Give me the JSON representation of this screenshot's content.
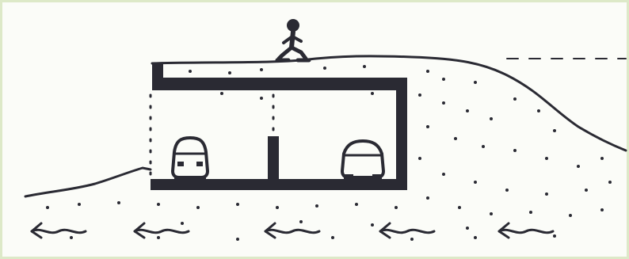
{
  "figure": {
    "description_kind": "hand-drawn cross-section sketch",
    "ink_color": "#2a2a33",
    "frame_color": "#dde9c8",
    "background_color": "#fbfcf8"
  },
  "elements": {
    "walker": {
      "icon": "walking-person-icon"
    },
    "structure": {
      "icon": "underground-garage-box"
    },
    "cars": [
      {
        "icon": "car-front-icon"
      },
      {
        "icon": "car-front-icon"
      }
    ],
    "flow_arrows": {
      "count": 5,
      "direction": "left",
      "icon": "wavy-arrow-left-icon"
    }
  }
}
